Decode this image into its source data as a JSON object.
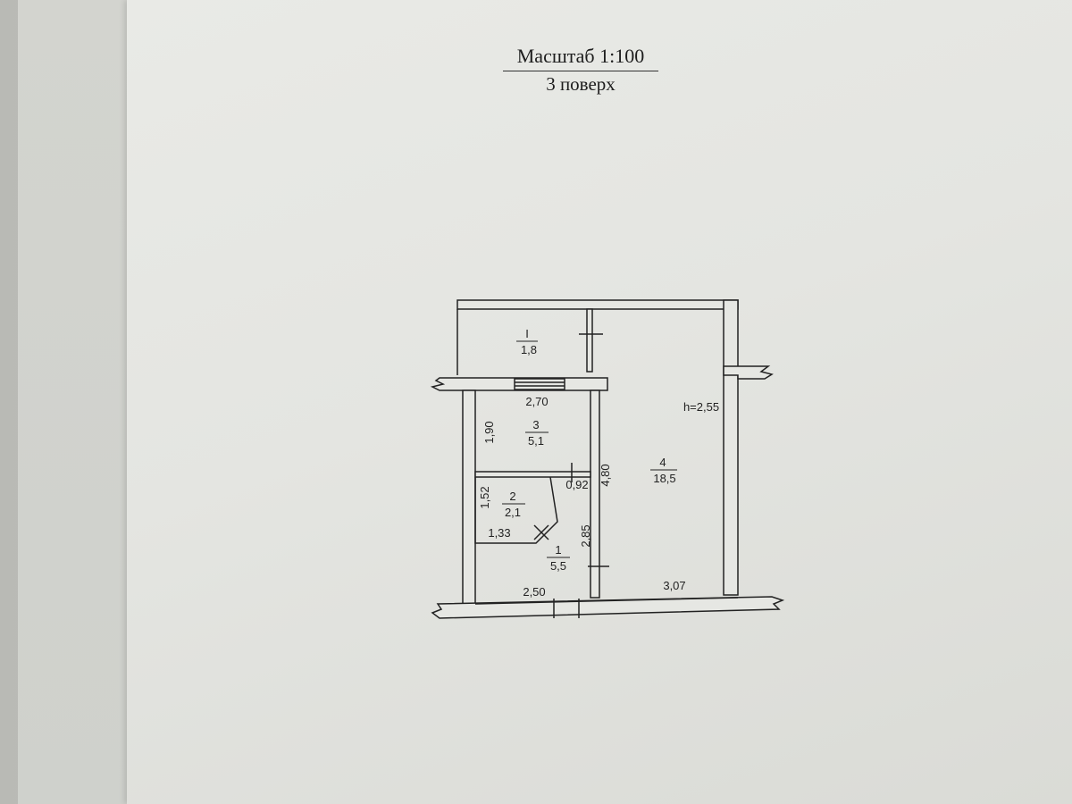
{
  "header": {
    "scale": "Масштаб 1:100",
    "floor": "3 поверх"
  },
  "plan": {
    "ceiling_height": "h=2,55",
    "rooms": [
      {
        "number": "I",
        "area": "1,8"
      },
      {
        "number": "3",
        "area": "5,1"
      },
      {
        "number": "2",
        "area": "2,1"
      },
      {
        "number": "1",
        "area": "5,5"
      },
      {
        "number": "4",
        "area": "18,5"
      }
    ],
    "dimensions": {
      "top_width": "2,70",
      "room3_height": "1,90",
      "room2_height": "1,52",
      "room2_width": "1,33",
      "passage_width": "0,92",
      "hall_length": "2,85",
      "room4_length": "4,80",
      "room1_width": "2,50",
      "room4_width": "3,07"
    }
  }
}
